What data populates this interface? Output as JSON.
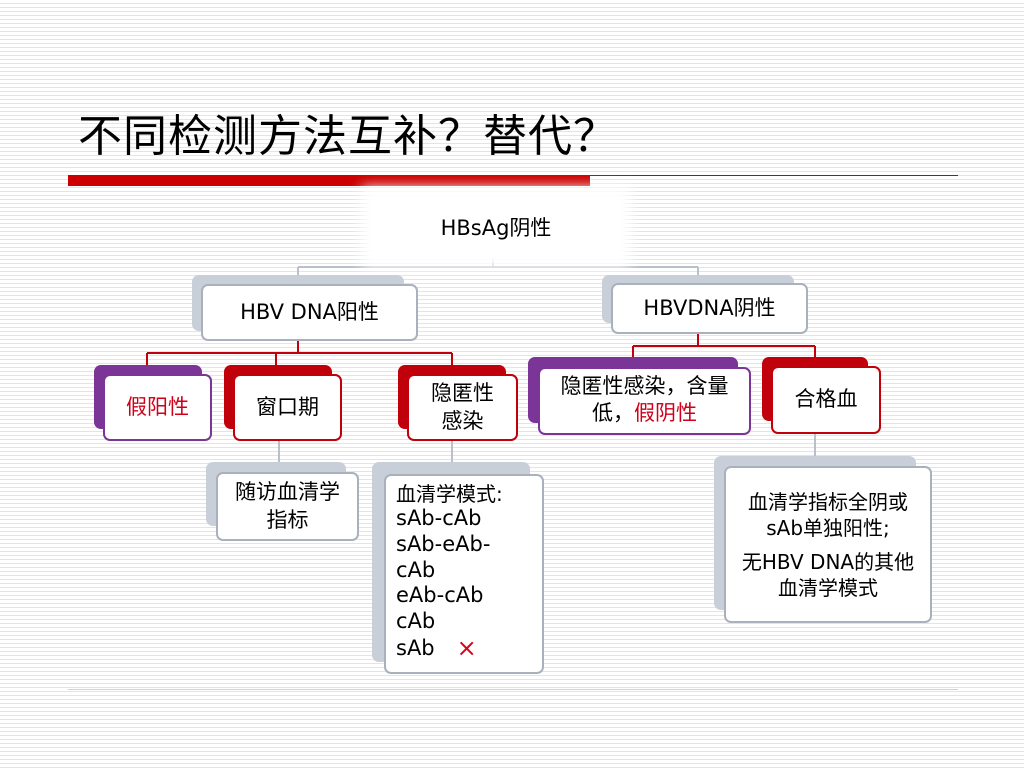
{
  "title": "不同检测方法互补？替代？",
  "root": {
    "label": "HBsAg阴性"
  },
  "level1": {
    "positive": "HBV DNA阳性",
    "negative": "HBVDNA阴性"
  },
  "level2": {
    "false_positive": "假阳性",
    "window_period": "窗口期",
    "occult_infection": "隐匿性感染",
    "occult_low_a": "隐匿性感染，含量低，",
    "occult_low_b": "假阴性",
    "qualified_blood": "合格血"
  },
  "level3": {
    "follow_up": "随访血清学指标",
    "serology_title": "血清学模式:",
    "serology_patterns": [
      "sAb-cAb",
      "sAb-eAb-cAb",
      "eAb-cAb",
      "cAb",
      "sAb"
    ],
    "cross_mark": "×",
    "all_negative": "血清学指标全阴或sAb单独阳性;",
    "other_patterns": "无HBV DNA的其他血清学模式"
  },
  "colors": {
    "accent_red": "#cc0000",
    "purple": "#7a3597",
    "grey": "#a9b1bd"
  }
}
